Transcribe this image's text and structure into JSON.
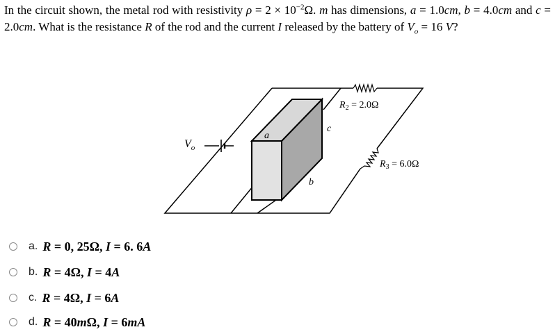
{
  "question": {
    "seg1": "In the circuit shown, the metal rod with resistivity ",
    "rho": "ρ",
    "seg2": " = 2 × 10",
    "exp": "−2",
    "seg3": "Ω. ",
    "m_unit": "m",
    "seg4": " has dimensions, ",
    "a": "a",
    "seg5": " = 1.0",
    "a_unit": "cm",
    "seg6": ", ",
    "b": "b",
    "seg7": " = 4.0",
    "b_unit": "cm",
    "seg8": " and ",
    "c": "c",
    "seg9": " = 2.0",
    "c_unit": "cm",
    "seg10": ". What is the resistance ",
    "R": "R",
    "seg11": " of the rod and the current ",
    "I": "I",
    "seg12": " released by the battery of ",
    "V": "V",
    "V_sub": "o",
    "seg13": " = 16 ",
    "V_unit": "V",
    "seg14": "?"
  },
  "figure": {
    "label_vo": "V",
    "label_vo_sub": "o",
    "label_a": "a",
    "label_b": "b",
    "label_c": "c",
    "label_r2_name": "R",
    "label_r2_sub": "2",
    "label_r2_value": " = 2.0Ω",
    "label_r3_name": "R",
    "label_r3_sub": "3",
    "label_r3_value": " = 6.0Ω"
  },
  "choices": [
    {
      "letter": "a.",
      "r_var": "R",
      "r_val": " = 0, 25Ω, ",
      "i_var": "I",
      "i_val": " = 6. 6",
      "i_unit": "A"
    },
    {
      "letter": "b.",
      "r_var": "R",
      "r_val": " = 4Ω, ",
      "i_var": "I",
      "i_val": " = 4",
      "i_unit": "A"
    },
    {
      "letter": "c.",
      "r_var": "R",
      "r_val": " = 4Ω, ",
      "i_var": "I",
      "i_val": " = 6",
      "i_unit": "A"
    },
    {
      "letter": "d.",
      "r_var": "R",
      "r_val": " = 40",
      "r_unit": "m",
      "r_val2": "Ω, ",
      "i_var": "I",
      "i_val": " = 6",
      "i_unit": "mA"
    }
  ]
}
